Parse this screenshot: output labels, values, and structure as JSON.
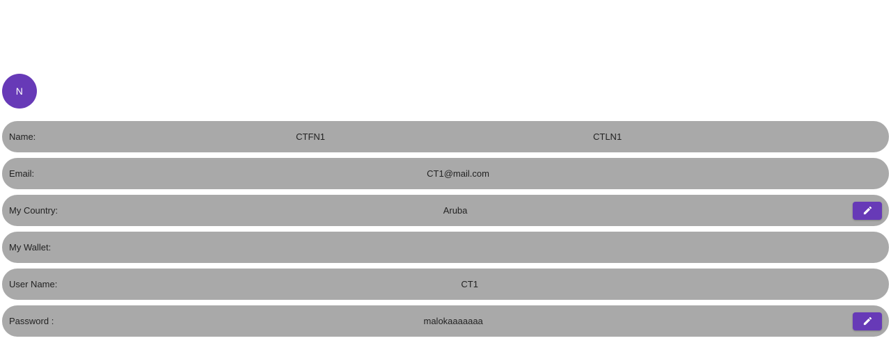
{
  "profile": {
    "avatar_letter": "N",
    "rows": [
      {
        "label": "Name:",
        "values": [
          "CTFN1",
          "CTLN1"
        ],
        "editable": false
      },
      {
        "label": "Email:",
        "values": [
          "CT1@mail.com"
        ],
        "editable": false
      },
      {
        "label": "My Country:",
        "values": [
          "Aruba"
        ],
        "editable": true
      },
      {
        "label": "My Wallet:",
        "values": [
          ""
        ],
        "editable": false
      },
      {
        "label": "User Name:",
        "values": [
          "CT1"
        ],
        "editable": false
      },
      {
        "label": "Password :",
        "values": [
          "malokaaaaaaa"
        ],
        "editable": true
      }
    ]
  },
  "colors": {
    "accent_purple": "#673ab7",
    "row_background": "#a9a9a9",
    "text": "#222222",
    "page_background": "#ffffff"
  },
  "icons": {
    "edit": "pencil-icon"
  }
}
